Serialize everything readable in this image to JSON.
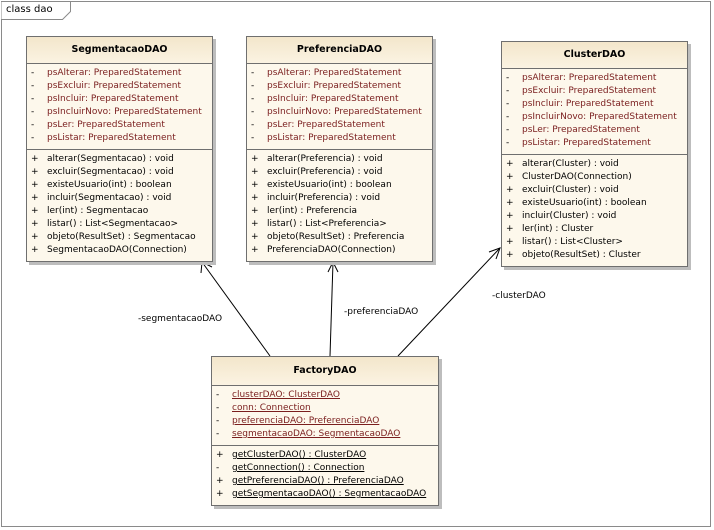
{
  "frame": {
    "label": "class dao"
  },
  "classes": [
    {
      "name": "SegmentacaoDAO",
      "attributes": [
        {
          "vis": "-",
          "text": "psAlterar:  PreparedStatement"
        },
        {
          "vis": "-",
          "text": "psExcluir:  PreparedStatement"
        },
        {
          "vis": "-",
          "text": "psIncluir:  PreparedStatement"
        },
        {
          "vis": "-",
          "text": "psIncluirNovo:  PreparedStatement"
        },
        {
          "vis": "-",
          "text": "psLer:  PreparedStatement"
        },
        {
          "vis": "-",
          "text": "psListar:  PreparedStatement"
        }
      ],
      "operations": [
        {
          "vis": "+",
          "text": "alterar(Segmentacao) : void"
        },
        {
          "vis": "+",
          "text": "excluir(Segmentacao) : void"
        },
        {
          "vis": "+",
          "text": "existeUsuario(int) : boolean"
        },
        {
          "vis": "+",
          "text": "incluir(Segmentacao) : void"
        },
        {
          "vis": "+",
          "text": "ler(int) : Segmentacao"
        },
        {
          "vis": "+",
          "text": "listar() : List<Segmentacao>"
        },
        {
          "vis": "+",
          "text": "objeto(ResultSet) : Segmentacao"
        },
        {
          "vis": "+",
          "text": "SegmentacaoDAO(Connection)"
        }
      ]
    },
    {
      "name": "PreferenciaDAO",
      "attributes": [
        {
          "vis": "-",
          "text": "psAlterar:  PreparedStatement"
        },
        {
          "vis": "-",
          "text": "psExcluir:  PreparedStatement"
        },
        {
          "vis": "-",
          "text": "psIncluir:  PreparedStatement"
        },
        {
          "vis": "-",
          "text": "psIncluirNovo:  PreparedStatement"
        },
        {
          "vis": "-",
          "text": "psLer:  PreparedStatement"
        },
        {
          "vis": "-",
          "text": "psListar:  PreparedStatement"
        }
      ],
      "operations": [
        {
          "vis": "+",
          "text": "alterar(Preferencia) : void"
        },
        {
          "vis": "+",
          "text": "excluir(Preferencia) : void"
        },
        {
          "vis": "+",
          "text": "existeUsuario(int) : boolean"
        },
        {
          "vis": "+",
          "text": "incluir(Preferencia) : void"
        },
        {
          "vis": "+",
          "text": "ler(int) : Preferencia"
        },
        {
          "vis": "+",
          "text": "listar() : List<Preferencia>"
        },
        {
          "vis": "+",
          "text": "objeto(ResultSet) : Preferencia"
        },
        {
          "vis": "+",
          "text": "PreferenciaDAO(Connection)"
        }
      ]
    },
    {
      "name": "ClusterDAO",
      "attributes": [
        {
          "vis": "-",
          "text": "psAlterar:  PreparedStatement"
        },
        {
          "vis": "-",
          "text": "psExcluir:  PreparedStatement"
        },
        {
          "vis": "-",
          "text": "psIncluir:  PreparedStatement"
        },
        {
          "vis": "-",
          "text": "psIncluirNovo:  PreparedStatement"
        },
        {
          "vis": "-",
          "text": "psLer:  PreparedStatement"
        },
        {
          "vis": "-",
          "text": "psListar:  PreparedStatement"
        }
      ],
      "operations": [
        {
          "vis": "+",
          "text": "alterar(Cluster) : void"
        },
        {
          "vis": "+",
          "text": "ClusterDAO(Connection)"
        },
        {
          "vis": "+",
          "text": "excluir(Cluster) : void"
        },
        {
          "vis": "+",
          "text": "existeUsuario(int) : boolean"
        },
        {
          "vis": "+",
          "text": "incluir(Cluster) : void"
        },
        {
          "vis": "+",
          "text": "ler(int) : Cluster"
        },
        {
          "vis": "+",
          "text": "listar() : List<Cluster>"
        },
        {
          "vis": "+",
          "text": "objeto(ResultSet) : Cluster"
        }
      ]
    },
    {
      "name": "FactoryDAO",
      "attributes": [
        {
          "vis": "-",
          "text": "clusterDAO:  ClusterDAO"
        },
        {
          "vis": "-",
          "text": "conn:  Connection"
        },
        {
          "vis": "-",
          "text": "preferenciaDAO:  PreferenciaDAO"
        },
        {
          "vis": "-",
          "text": "segmentacaoDAO:  SegmentacaoDAO"
        }
      ],
      "operations": [
        {
          "vis": "+",
          "text": "getClusterDAO() : ClusterDAO"
        },
        {
          "vis": "-",
          "text": "getConnection() : Connection"
        },
        {
          "vis": "+",
          "text": "getPreferenciaDAO() : PreferenciaDAO"
        },
        {
          "vis": "+",
          "text": "getSegmentacaoDAO() : SegmentacaoDAO"
        }
      ]
    }
  ],
  "associations": [
    {
      "label": "-segmentacaoDAO"
    },
    {
      "label": "-preferenciaDAO"
    },
    {
      "label": "-clusterDAO"
    }
  ]
}
